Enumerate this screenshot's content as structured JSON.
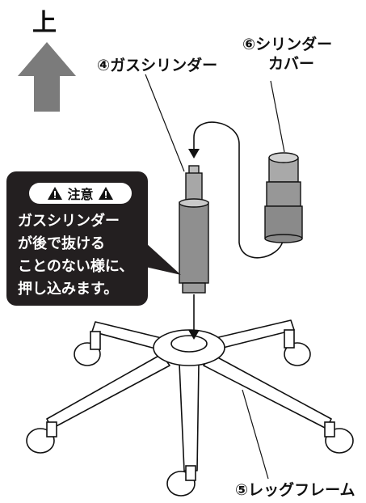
{
  "direction_label": "上",
  "parts": {
    "gas_cylinder": "④ガスシリンダー",
    "cylinder_cover_line1": "⑥シリンダー",
    "cylinder_cover_line2": "カバー",
    "leg_frame": "⑤レッグフレーム"
  },
  "caution": {
    "title": "注意",
    "body": "ガスシリンダー\nが後で抜ける\nことのない様に、\n押し込みます。"
  },
  "colors": {
    "arrow": "#7b7b7b",
    "caution_bg": "#231f20",
    "cylinder_body": "#8f8f8f",
    "line": "#111111"
  },
  "icons": [
    "up-arrow-icon",
    "warning-icon",
    "warning-icon"
  ]
}
